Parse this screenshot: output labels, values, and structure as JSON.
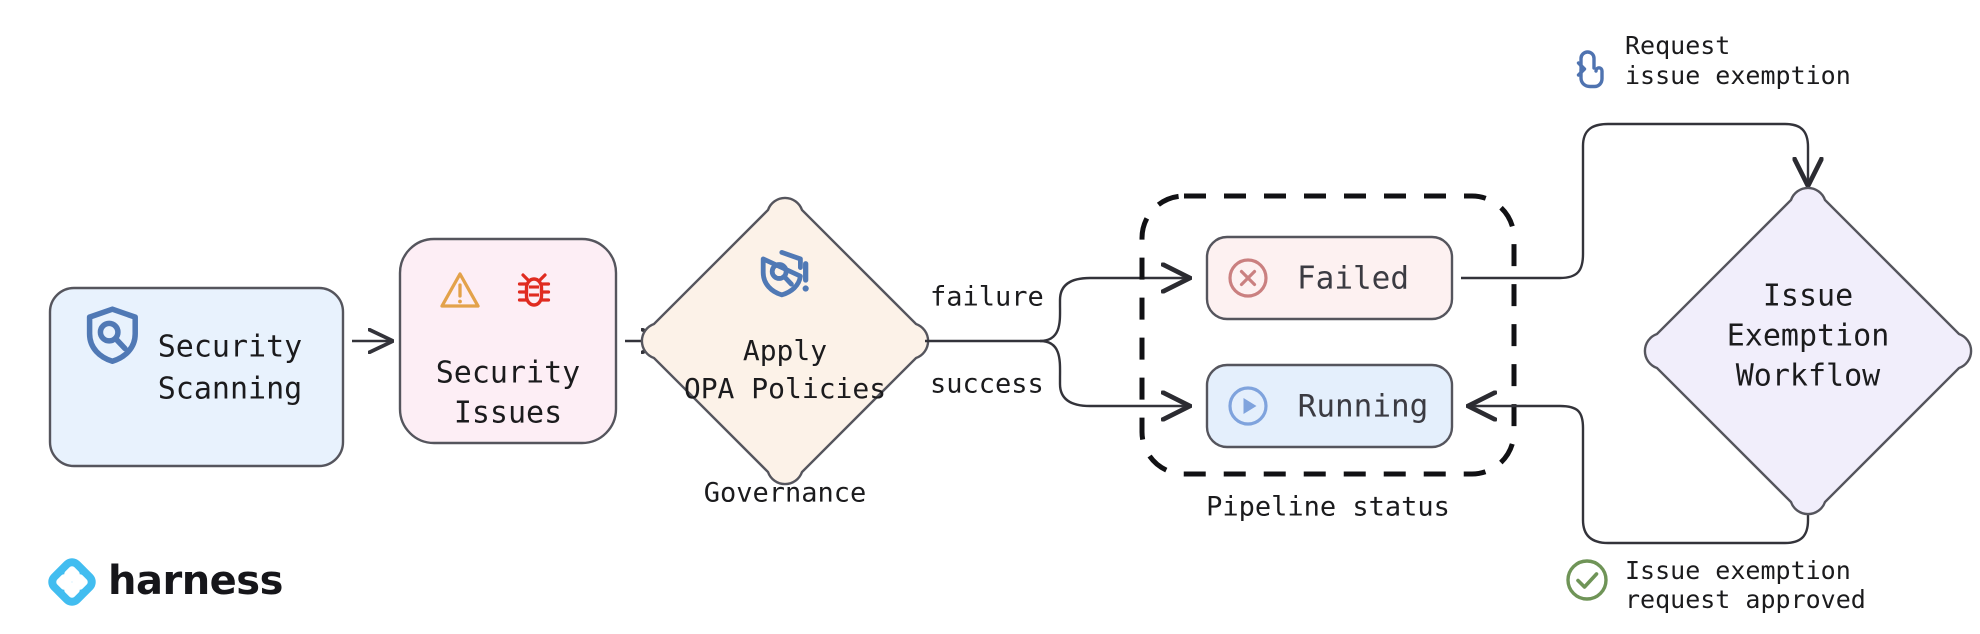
{
  "diagram": {
    "title": "Harness security scanning governance and issue exemption workflow",
    "nodes": {
      "security_scanning": {
        "label_line1": "Security",
        "label_line2": "Scanning",
        "icon": "shield-search-icon",
        "fill": "#e8f2fd",
        "stroke": "#55555d"
      },
      "security_issues": {
        "label_line1": "Security",
        "label_line2": "Issues",
        "icon_warning": "warning-triangle-icon",
        "icon_bug": "bug-icon",
        "fill": "#fdeef5",
        "stroke": "#55555d",
        "warning_color": "#e3a24a",
        "bug_color": "#e02b20"
      },
      "apply_opa": {
        "label_line1": "Apply",
        "label_line2": "OPA Policies",
        "icon": "shield-search-alert-icon",
        "caption": "Governance",
        "fill": "#fcf2e8",
        "stroke": "#55555d"
      },
      "failed": {
        "label": "Failed",
        "icon": "circle-x-icon",
        "fill": "#fdf1f1",
        "stroke": "#55555d",
        "icon_color": "#ca8080"
      },
      "running": {
        "label": "Running",
        "icon": "play-circle-icon",
        "fill": "#e4effc",
        "stroke": "#55555d",
        "icon_color": "#7fa3dd"
      },
      "pipeline_status_group": {
        "caption": "Pipeline status"
      },
      "issue_exemption_workflow": {
        "label_line1": "Issue",
        "label_line2": "Exemption",
        "label_line3": "Workflow",
        "fill": "#f1eefb",
        "stroke": "#55555d"
      }
    },
    "edge_labels": {
      "failure": "failure",
      "success": "success"
    },
    "annotations": {
      "request_exemption": {
        "line1": "Request",
        "line2": "issue exemption",
        "icon": "click-hand-icon",
        "icon_color": "#4f73b0"
      },
      "request_approved": {
        "line1": "Issue exemption",
        "line2": "request approved",
        "icon": "check-circle-icon",
        "icon_color": "#6f9457"
      }
    },
    "branding": {
      "wordmark": "harness",
      "logo_icon": "harness-logo-icon",
      "logo_color": "#42bdf0"
    }
  }
}
